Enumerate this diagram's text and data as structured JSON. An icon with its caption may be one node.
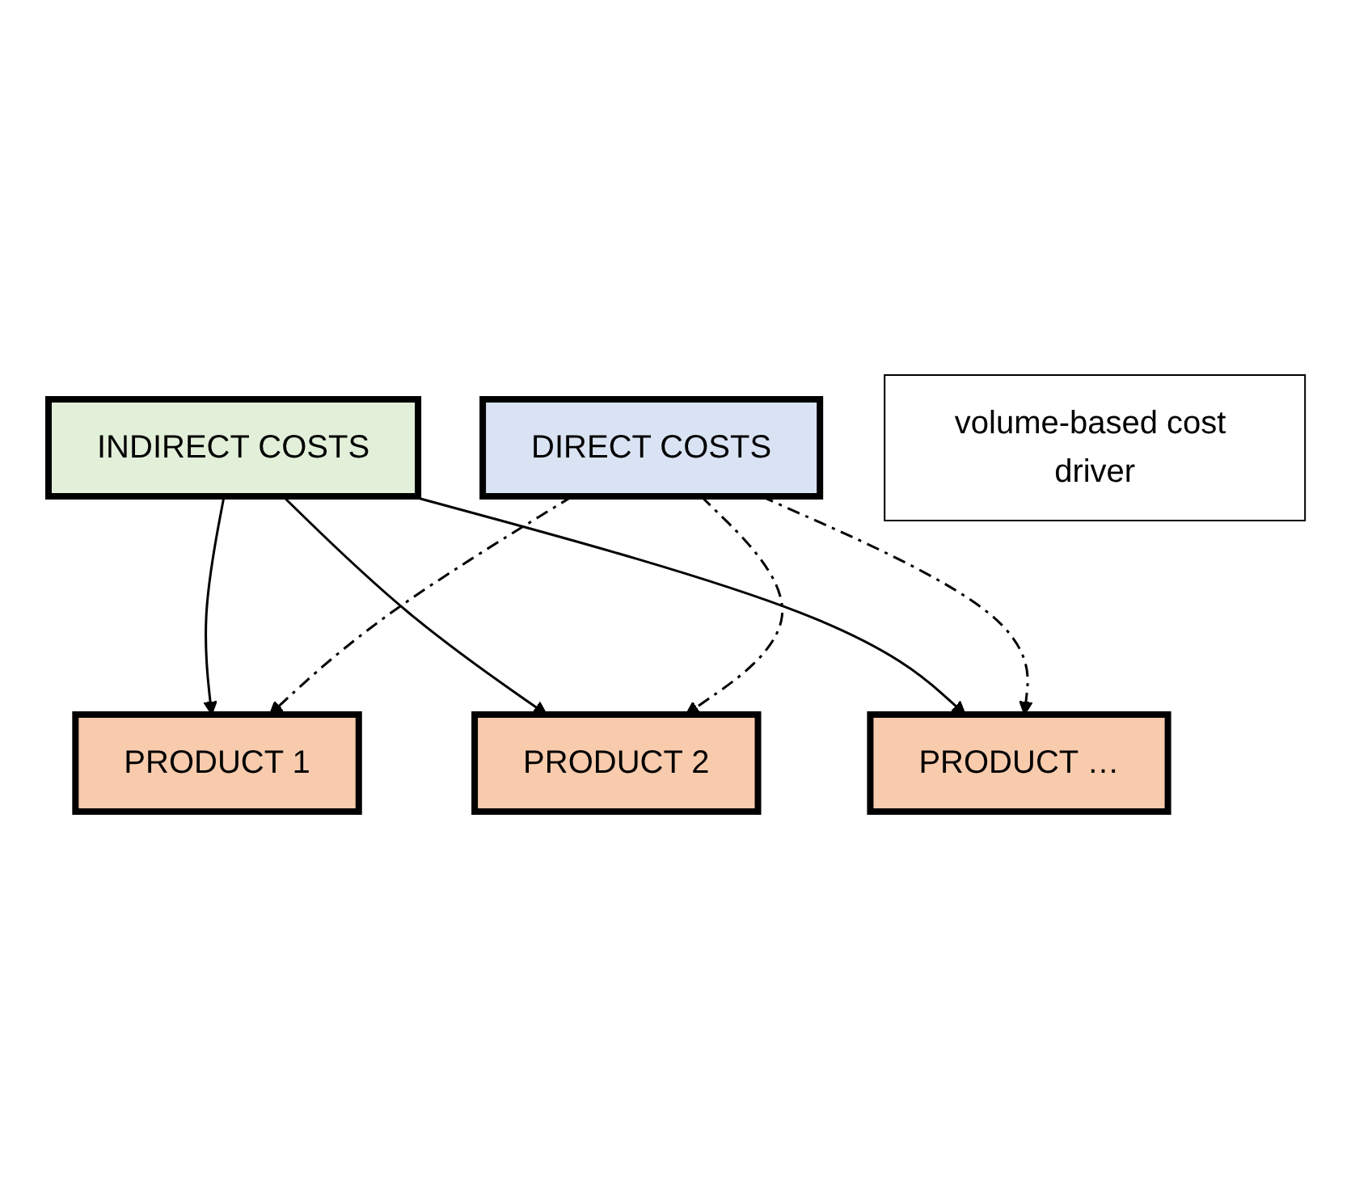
{
  "diagram": {
    "nodes": [
      {
        "text": [
          "DIRECT COSTS"
        ]
      },
      {
        "text": [
          "INDIRECT COSTS"
        ]
      },
      {
        "text": [
          "volume-based cost driver"
        ]
      },
      {
        "text": [
          "PRODUCT 1"
        ]
      },
      {
        "text": [
          "PRODUCT 2"
        ]
      },
      {
        "text": [
          "PRODUCT …"
        ]
      }
    ],
    "edges": [
      {
        "from": 1,
        "to": 3,
        "arrow": "to"
      },
      {
        "from": 1,
        "to": 4,
        "arrow": "to"
      },
      {
        "from": 1,
        "to": 5,
        "arrow": "to"
      },
      {
        "from": 0,
        "to": 3,
        "arrow": "to",
        "style": "dashed"
      },
      {
        "from": 0,
        "to": 4,
        "arrow": "to",
        "style": "dashed"
      },
      {
        "from": 0,
        "to": 5,
        "arrow": "to",
        "style": "dashed"
      }
    ]
  }
}
